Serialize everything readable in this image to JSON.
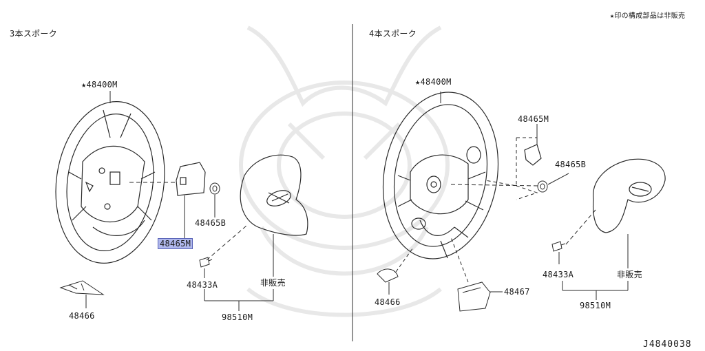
{
  "header": {
    "note": "★印の構成部品は非販売",
    "left_section_title": "3本スポーク",
    "right_section_title": "4本スポーク",
    "drawing_code": "J4840038"
  },
  "left": {
    "wheel_label": "★48400M",
    "switch_label": "48465M",
    "switch_clip_label": "48465B",
    "bolt_label": "48433A",
    "not_sold_label": "非販売",
    "cover_label": "48466",
    "airbag_label": "98510M"
  },
  "right": {
    "wheel_label": "★48400M",
    "switch_label": "48465M",
    "switch_clip_label": "48465B",
    "bolt_label": "48433A",
    "not_sold_label": "非販売",
    "cover_label": "48466",
    "lower_cover_label": "48467",
    "airbag_label": "98510M"
  },
  "colors": {
    "line": "#2a2a2a",
    "highlight": "#b0b8ec",
    "watermark": "#e6e6e6"
  }
}
